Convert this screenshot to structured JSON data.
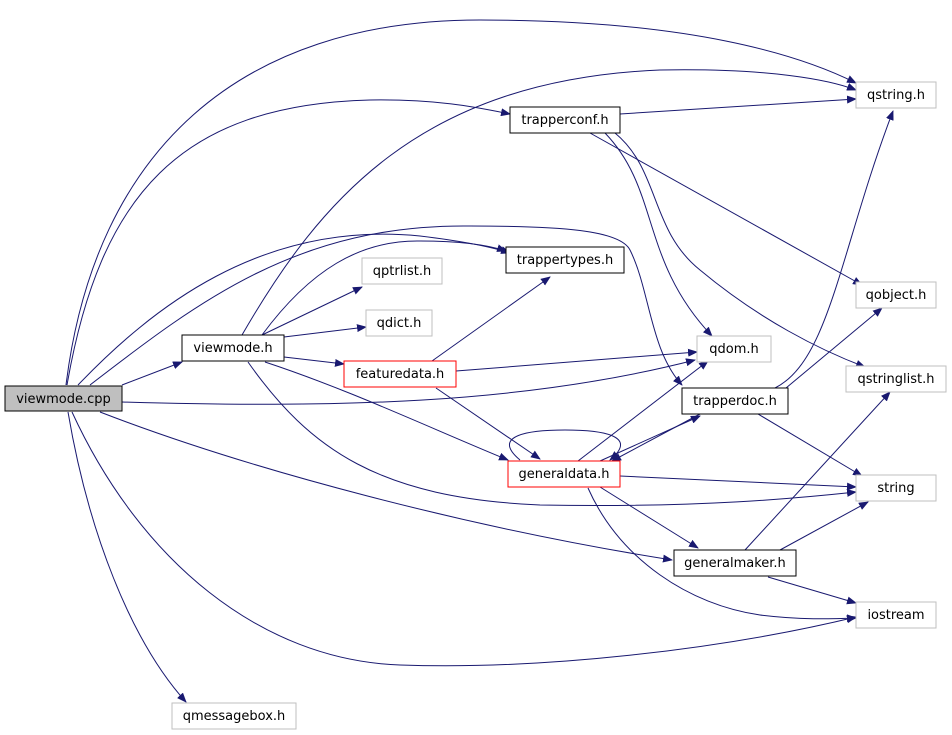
{
  "diagram": {
    "nodes": {
      "viewmode_cpp": "viewmode.cpp",
      "viewmode_h": "viewmode.h",
      "qmessagebox_h": "qmessagebox.h",
      "trapperconf_h": "trapperconf.h",
      "qstring_h": "qstring.h",
      "trappertypes_h": "trappertypes.h",
      "qptrlist_h": "qptrlist.h",
      "qdict_h": "qdict.h",
      "featuredata_h": "featuredata.h",
      "qobject_h": "qobject.h",
      "qdom_h": "qdom.h",
      "qstringlist_h": "qstringlist.h",
      "trapperdoc_h": "trapperdoc.h",
      "generaldata_h": "generaldata.h",
      "string": "string",
      "generalmaker_h": "generalmaker.h",
      "iostream": "iostream"
    },
    "colors": {
      "edge": "#191970",
      "root_fill": "#bfbfbf",
      "black_border": "#000000",
      "red_border": "#ff0000",
      "gray_border": "#bfbfbf"
    }
  }
}
